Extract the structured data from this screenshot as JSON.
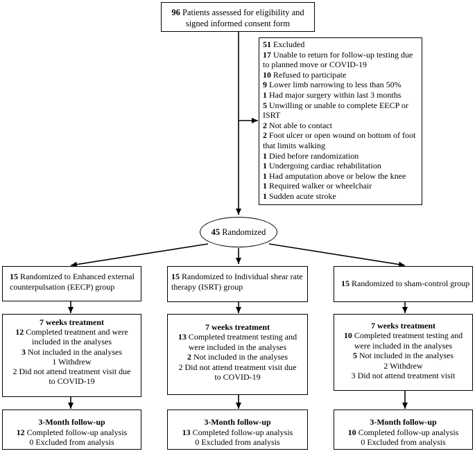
{
  "assessed": {
    "count": "96",
    "line1": "Patients assessed for eligibility and",
    "line2": "signed informed consent form"
  },
  "excluded": {
    "items": [
      {
        "n": "51",
        "t": "Excluded"
      },
      {
        "n": "17",
        "t": "Unable to return for follow-up testing due to planned move or COVID-19"
      },
      {
        "n": "10",
        "t": "Refused to participate"
      },
      {
        "n": "9",
        "t": "Lower limb narrowing to less than 50%"
      },
      {
        "n": "1",
        "t": "Had major surgery within last 3 months"
      },
      {
        "n": "5",
        "t": "Unwilling or unable to complete EECP or ISRT"
      },
      {
        "n": "2",
        "t": "Not able to contact"
      },
      {
        "n": "2",
        "t": "Foot ulcer or open wound on bottom of foot that limits walking"
      },
      {
        "n": "1",
        "t": "Died before randomization"
      },
      {
        "n": "1",
        "t": "Undergoing cardiac rehabilitation"
      },
      {
        "n": "1",
        "t": "Had amputation above or below the knee"
      },
      {
        "n": "1",
        "t": "Required walker or wheelchair"
      },
      {
        "n": "1",
        "t": "Sudden acute stroke"
      }
    ]
  },
  "randomized": {
    "count": "45",
    "label": "Randomized"
  },
  "groups": [
    {
      "rand_n": "15",
      "rand_text": "Randomized to Enhanced external counterpulsation (EECP) group",
      "treat_title": "7 weeks treatment",
      "completed_n": "12",
      "completed_text": "Completed treatment and were included in the analyses",
      "notincl_n": "3",
      "notincl_text": "Not included in the analyses",
      "reasons": [
        "1 Withdrew",
        "2 Did not attend treatment visit due to COVID-19"
      ],
      "fu_title": "3-Month follow-up",
      "fu_n": "12",
      "fu_text": "Completed follow-up analysis",
      "fu_excl": "0 Excluded from analysis"
    },
    {
      "rand_n": "15",
      "rand_text": "Randomized to Individual shear rate therapy (ISRT) group",
      "treat_title": "7 weeks treatment",
      "completed_n": "13",
      "completed_text": "Completed treatment testing and were included in the analyses",
      "notincl_n": "2",
      "notincl_text": "Not included in the analyses",
      "reasons": [
        "2 Did not attend treatment visit due to COVID-19"
      ],
      "fu_title": "3-Month follow-up",
      "fu_n": "13",
      "fu_text": "Completed follow-up analysis",
      "fu_excl": "0 Excluded from analysis"
    },
    {
      "rand_n": "15",
      "rand_text": "Randomized to sham-control group",
      "treat_title": "7 weeks treatment",
      "completed_n": "10",
      "completed_text": "Completed treatment testing and were included in the analyses",
      "notincl_n": "5",
      "notincl_text": "Not included in the analyses",
      "reasons": [
        "2 Withdrew",
        "3 Did not attend treatment visit"
      ],
      "fu_title": "3-Month follow-up",
      "fu_n": "10",
      "fu_text": "Completed follow-up analysis",
      "fu_excl": "0 Excluded from analysis"
    }
  ]
}
